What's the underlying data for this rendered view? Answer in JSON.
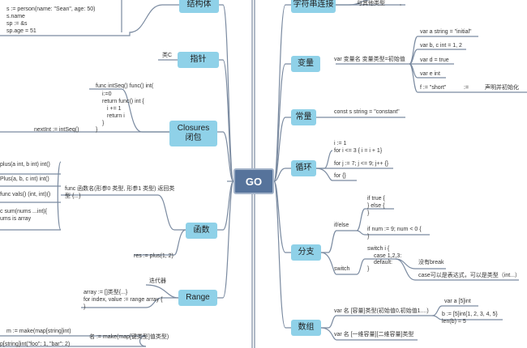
{
  "center": "GO",
  "left": {
    "struct": {
      "title": "结构体",
      "code": [
        "s := person(name: \"Sean\", age: 50)",
        "s.name",
        "sp := &s",
        "sp.age = 51"
      ]
    },
    "pointer": {
      "title": "指针",
      "note": "类C"
    },
    "closures": {
      "title": "Closures\n闭包",
      "code": [
        "func intSeq() func() int(",
        "i:=0",
        "return func() int {",
        "i += 1",
        "return i",
        "}",
        "}"
      ],
      "next": "nextInt := intSeq()",
      "close": ")"
    },
    "function": {
      "title": "函数",
      "items": [
        "plus(a int, b int) int()",
        "Plus(a, b, c int) int()",
        "func vals() (int, int)()",
        "c sum(nums ...int){",
        "ums is array"
      ],
      "desc": [
        "func 函数名(形参0 类型, 形参1 类型) 返回类",
        "型 {...}"
      ],
      "call": "res := plus(1, 2)"
    },
    "range": {
      "title": "Range",
      "note": "迭代器",
      "code": [
        "array := []类型{...}",
        "for index, value := range array {",
        "}"
      ]
    },
    "map": {
      "code1": "m := make(map[string]int)",
      "code2": "名 := make(map[键类型]值类型)",
      "code3": "p[string]int(\"foo\": 1, \"bar\": 2)"
    }
  },
  "right": {
    "string": {
      "title": "字符串连接",
      "note": "与其他类型",
      "mark": ","
    },
    "variable": {
      "title": "变量",
      "decl": "var 变量名 变量类型=初始值",
      "items": [
        "var a string = \"initial\"",
        "var b, c int = 1, 2",
        "var d = true",
        "var e int",
        "f := \"short\""
      ],
      "assign": ":=",
      "assign_note": "声明并初始化"
    },
    "constant": {
      "title": "常量",
      "code": "const s string = \"constant\""
    },
    "loop": {
      "title": "循环",
      "items": [
        "i := 1\nfor i <= 3 { i = i + 1}",
        "for j := 7; j <= 9; j++ {}",
        "for {}"
      ]
    },
    "branch": {
      "title": "分支",
      "ifelse": "if/else",
      "if_items": [
        "if true {\n} else {\n}",
        "if num := 9; num < 0 {\n}"
      ],
      "switch": "switch",
      "switch_code": [
        "switch i {",
        "case 1,2,3:",
        "default:",
        "}"
      ],
      "no_break": "没有break",
      "case_note": "case可以是表达式，可以是类型（int...）"
    },
    "array": {
      "title": "数组",
      "decl1": "var 名 [容量]类型(初始值0,初始值1....)",
      "decl2": "var 名 [一维容量][二维容量]类型",
      "items": [
        "var a [5]int",
        "b := [5]int{1, 2, 3, 4, 5}\nlen(b) = 5"
      ]
    }
  },
  "colors": {
    "node": "#8fd1e8",
    "center": "#56739b",
    "line": "#7a8aa0"
  }
}
